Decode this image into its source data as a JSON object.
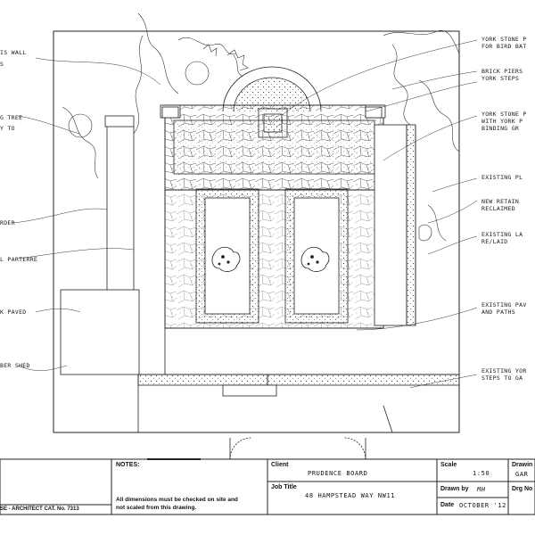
{
  "labels_left": [
    {
      "text": "IS WALL"
    },
    {
      "text": "S"
    },
    {
      "text": "G TREE"
    },
    {
      "text": "Y TO"
    },
    {
      "text": "RDER"
    },
    {
      "text": "L PARTERRE"
    },
    {
      "text": "K PAVED"
    },
    {
      "text": "BER SHED"
    }
  ],
  "labels_right": [
    {
      "line1": "YORK STONE P",
      "line2": "FOR BIRD BAT"
    },
    {
      "line1": "BRICK PIERS",
      "line2": "YORK STEPS"
    },
    {
      "line1": "YORK STONE P",
      "line2": "WITH YORK P",
      "line3": "BINDING GR"
    },
    {
      "line1": "EXISTING PL"
    },
    {
      "line1": "NEW RETAIN",
      "line2": "RECLAIMED"
    },
    {
      "line1": "EXISTING LA",
      "line2": "RE/LAID"
    },
    {
      "line1": "EXISTING PAV",
      "line2": "AND PATHS"
    },
    {
      "line1": "EXISTING YOR",
      "line2": "STEPS TO GA"
    }
  ],
  "title_block": {
    "notes_heading": "NOTES:",
    "notes_text_1": "All dimensions must be checked on site and",
    "notes_text_2": "not scaled from this drawing.",
    "architect": "SE - ARCHITECT CAT. No. 7313",
    "client_label": "Client",
    "client_value": "PRUDENCE BOARD",
    "job_label": "Job Title",
    "job_value": "48 HAMPSTEAD WAY NW11",
    "scale_label": "Scale",
    "scale_value": "1:50",
    "drawn_label": "Drawn by",
    "drawn_value": "MH",
    "date_label": "Date",
    "date_value": "OCTOBER '12",
    "drawing_label": "Drawin",
    "drawing_value": "GAR",
    "drg_label": "Drg No"
  }
}
